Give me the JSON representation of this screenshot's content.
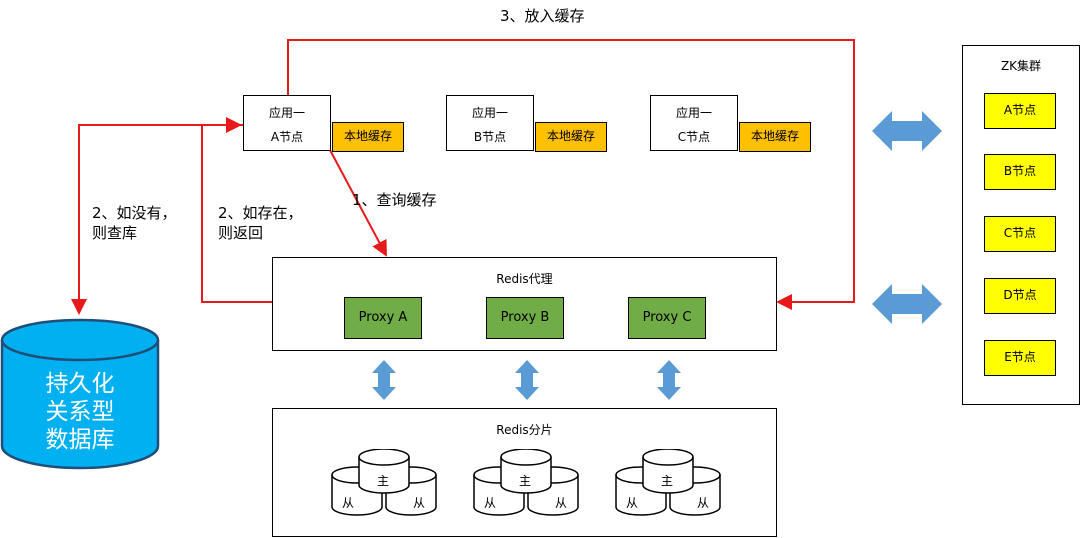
{
  "labels": {
    "put_cache": "3、放入缓存",
    "query_cache": "1、查询缓存",
    "not_exist": [
      "2、如没有，",
      "则查库"
    ],
    "exist": [
      "2、如存在，",
      "则返回"
    ]
  },
  "apps": [
    {
      "line1": "应用一",
      "line2": "A节点",
      "cache": "本地缓存"
    },
    {
      "line1": "应用一",
      "line2": "B节点",
      "cache": "本地缓存"
    },
    {
      "line1": "应用一",
      "line2": "C节点",
      "cache": "本地缓存"
    }
  ],
  "redis_proxy": {
    "title": "Redis代理",
    "proxies": [
      "Proxy A",
      "Proxy B",
      "Proxy C"
    ]
  },
  "redis_shard": {
    "title": "Redis分片",
    "master": "主",
    "slave": "从"
  },
  "zk": {
    "title": "ZK集群",
    "nodes": [
      "A节点",
      "B节点",
      "C节点",
      "D节点",
      "E节点"
    ]
  },
  "database": {
    "lines": [
      "持久化",
      "关系型",
      "数据库"
    ]
  },
  "colors": {
    "red_arrow": "#E8191B",
    "blue_arrow": "#5B9BD5",
    "cache": "#FFC000",
    "proxy": "#70AD47",
    "zk_node": "#FFFF00",
    "db": "#00B0F0"
  }
}
